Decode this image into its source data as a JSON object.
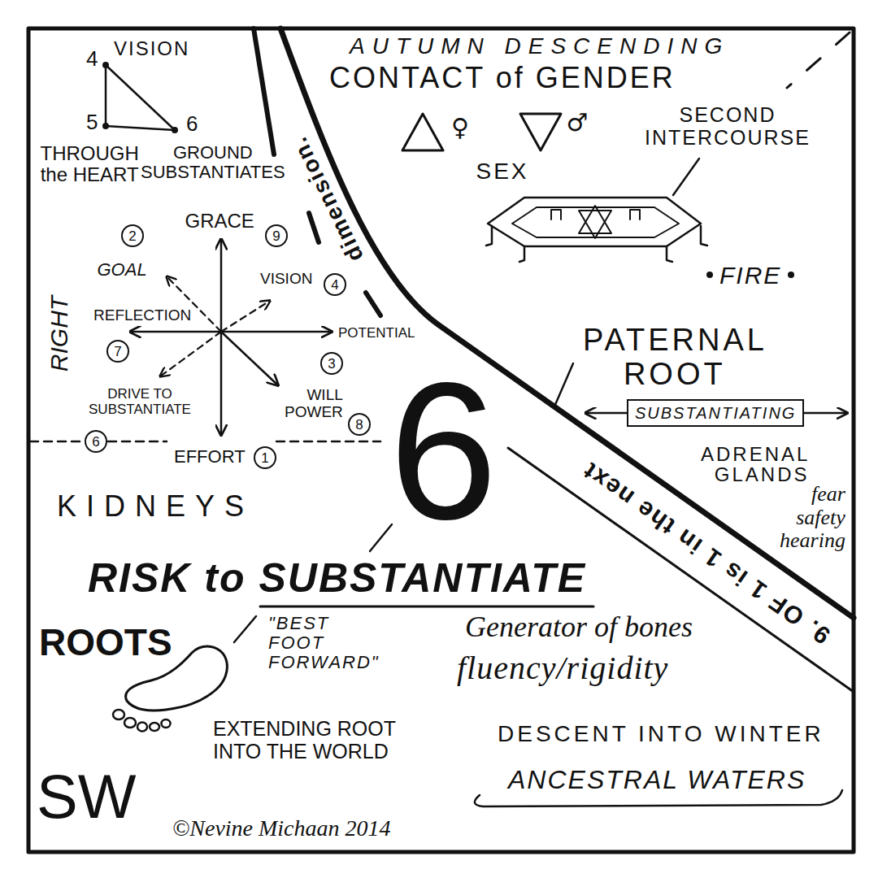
{
  "diagram": {
    "nodes": [
      {
        "text": [
          "2"
        ]
      },
      {
        "text": [
          "9"
        ]
      },
      {
        "text": [
          "4"
        ]
      },
      {
        "text": [
          "7"
        ]
      },
      {
        "text": [
          "3"
        ]
      },
      {
        "text": [
          "8"
        ]
      },
      {
        "text": [
          "SUBSTANTIATING"
        ]
      },
      {
        "text": [
          "6"
        ]
      },
      {
        "text": [
          "1"
        ]
      }
    ],
    "labels": [
      "4",
      "VISION",
      "AUTUMN DESCENDING",
      "CONTACT of GENDER",
      "5",
      "6",
      "♀",
      "♂",
      "SECOND INTERCOURSE",
      "THROUGH the HEART",
      "GROUND SUBSTANTIATES",
      "SEX",
      "dimension.",
      "GRACE",
      "GOAL",
      "VISION",
      "FIRE",
      "REFLECTION",
      "POTENTIAL",
      "RIGHT",
      "PATERNAL ROOT",
      "9. OF 1 is 1 in the next",
      "DRIVE TO SUBSTANTIATE",
      "WILL POWER",
      "ADRENAL GLANDS",
      "6",
      "EFFORT",
      "fear safety hearing",
      "KIDNEYS",
      "RISK to SUBSTANTIATE",
      "\"BEST FOOT FORWARD\"",
      "Generator of bones",
      "ROOTS",
      "fluency/rigidity",
      "EXTENDING ROOT INTO THE WORLD",
      "DESCENT INTO WINTER",
      "ANCESTRAL WATERS",
      "SW",
      "©Nevine Michaan 2014"
    ]
  }
}
